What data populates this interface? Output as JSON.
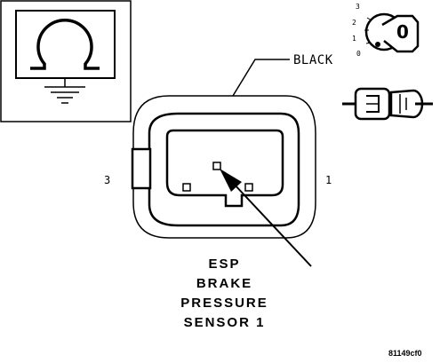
{
  "symbol": {
    "name": "ohm-meter-symbol",
    "glyph": "Ω"
  },
  "wire_color_label": "BLACK",
  "pins": {
    "left": "3",
    "right": "1"
  },
  "component_title": [
    "ESP",
    "BRAKE",
    "PRESSURE",
    "SENSOR 1"
  ],
  "ignition_key": {
    "positions": [
      "3",
      "2",
      "1",
      "0"
    ],
    "key_label": "0"
  },
  "figure_code": "81149cf0"
}
